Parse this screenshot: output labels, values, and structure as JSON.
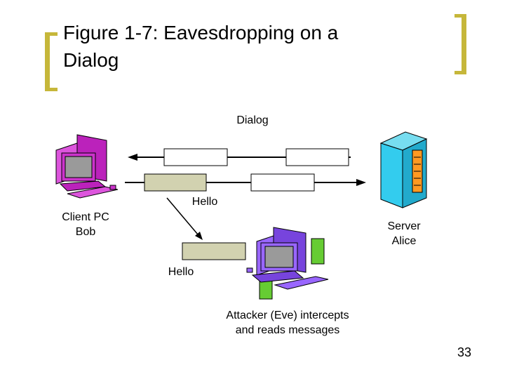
{
  "slide": {
    "title_line1": "Figure 1-7: Eavesdropping on a",
    "title_line2": "Dialog",
    "page_number": "33"
  },
  "diagram": {
    "dialog_label": "Dialog",
    "hello_label_top": "Hello",
    "hello_label_bottom": "Hello",
    "client_label_line1": "Client PC",
    "client_label_line2": "Bob",
    "server_label_line1": "Server",
    "server_label_line2": "Alice",
    "attacker_label_line1": "Attacker (Eve) intercepts",
    "attacker_label_line2": "and reads messages",
    "colors": {
      "bracket": "#c6b73a",
      "message_box": "#d2d2b0",
      "client_pc": "#cc33cc",
      "server": "#33ccee",
      "attacker_pc": "#9966ff",
      "attacker_side_boxes": "#66cc33"
    }
  }
}
